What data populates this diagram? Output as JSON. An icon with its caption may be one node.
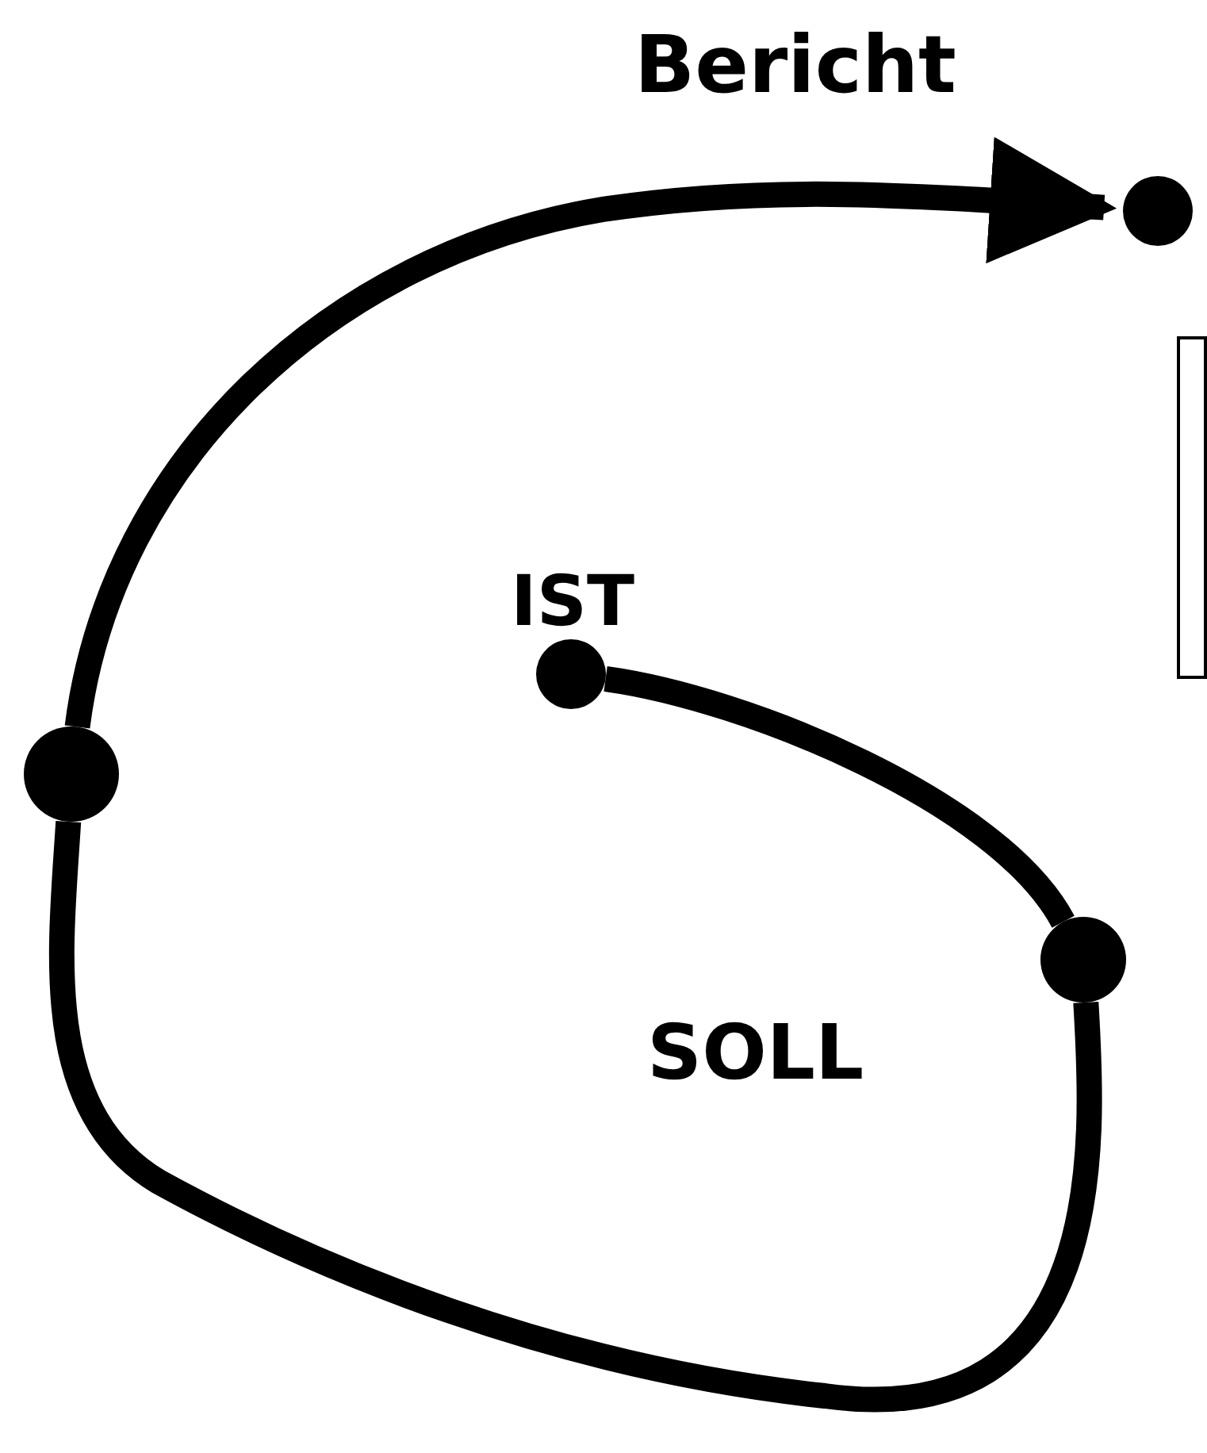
{
  "diagram": {
    "nodes": [
      {
        "text": [],
        "shape": "circle",
        "beside": [
          "IST"
        ]
      },
      {
        "text": [],
        "shape": "circle"
      },
      {
        "text": [],
        "shape": "circle"
      },
      {
        "text": [],
        "shape": "circle"
      },
      {
        "text": [],
        "shape": "box"
      }
    ],
    "edges": [
      {
        "from": 0,
        "to": 1,
        "arrow": "none"
      },
      {
        "from": 1,
        "to": 2,
        "arrow": "none"
      },
      {
        "from": 2,
        "to": 3,
        "arrow": "to"
      }
    ],
    "labels": [
      "Bericht",
      "SOLL"
    ]
  }
}
